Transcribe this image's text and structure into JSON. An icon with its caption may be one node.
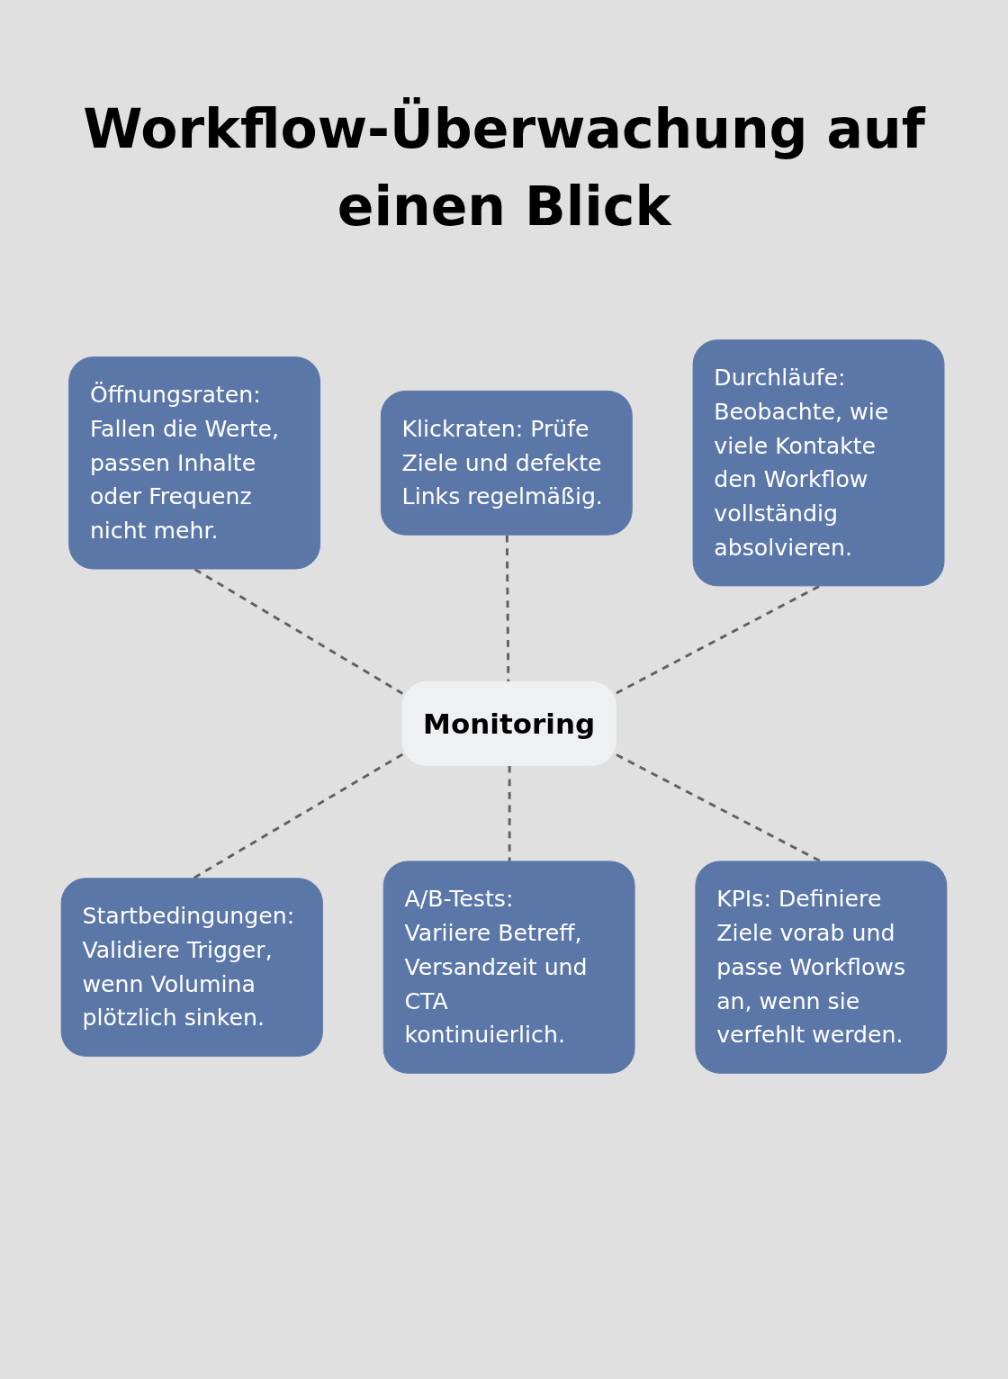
{
  "diagram": {
    "title": "Workflow-Überwachung auf einen Blick",
    "nodes": [
      {
        "text": [
          "Öffnungsraten: Fallen die Werte, passen Inhalte oder Frequenz nicht mehr."
        ]
      },
      {
        "text": [
          "Klickraten: Prüfe Ziele und defekte Links regelmäßig."
        ]
      },
      {
        "text": [
          "Durchläufe: Beobachte, wie viele Kontakte den Workflow vollständig absolvieren."
        ]
      },
      {
        "text": [
          "Monitoring"
        ]
      },
      {
        "text": [
          "Startbedingungen: Validiere Trigger, wenn Volumina plötzlich sinken."
        ]
      },
      {
        "text": [
          "A/B-Tests: Variiere Betreff, Versandzeit und CTA kontinuierlich."
        ]
      },
      {
        "text": [
          "KPIs: Definiere Ziele vorab und passe Workflows an, wenn sie verfehlt werden."
        ]
      }
    ],
    "edges": [
      {
        "from": 0,
        "to": 3,
        "arrow": "none",
        "style": "dashed"
      },
      {
        "from": 1,
        "to": 3,
        "arrow": "none",
        "style": "dashed"
      },
      {
        "from": 2,
        "to": 3,
        "arrow": "none",
        "style": "dashed"
      },
      {
        "from": 3,
        "to": 4,
        "arrow": "none",
        "style": "dashed"
      },
      {
        "from": 3,
        "to": 5,
        "arrow": "none",
        "style": "dashed"
      },
      {
        "from": 3,
        "to": 6,
        "arrow": "none",
        "style": "dashed"
      }
    ]
  }
}
